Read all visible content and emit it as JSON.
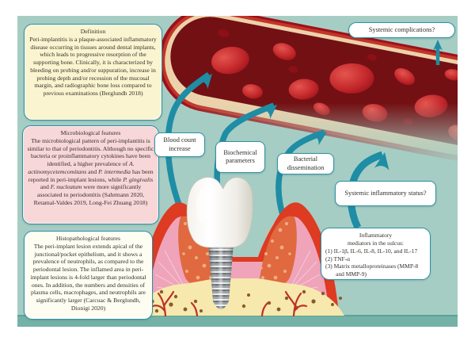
{
  "palette": {
    "canvas_bg": "#a6cdc4",
    "box_border": "#2e92a6",
    "arrow_teal": "#1e8da5",
    "definition_bg": "#fbf4d0",
    "microbiological_bg": "#f8d7d9",
    "histopathological_bg": "#fdfdf2",
    "label_bg": "#ffffff",
    "vessel_red": "#9c1119",
    "gum_red": "#dd3b22",
    "gum_pink": "#efa4ba",
    "inflamed_orange": "#e0693f",
    "bone_yellow": "#f7e9ae",
    "ground_strip": "#74b2a7"
  },
  "boxes": {
    "definition": {
      "title": "Definition",
      "body": "Peri-implantitis is a plaque-associated inflammatory disease occurring in tissues around dental implants, which leads to progressive resorption of the supporting bone. Clinically, it is characterized by bleeding on probing and/or suppuration, increase in probing depth and/or recession of the mucosal margin, and radiographic bone loss compared to previous examinations (Berglundh 2018)"
    },
    "microbiological": {
      "title": "Microbiological features",
      "segments": [
        {
          "text": "The microbiological pattern of peri-implantitis is similar to that of periodontitis. Although no specific bacteria or proinflammatory cytokines have been identified, a higher prevalence of ",
          "italic": false
        },
        {
          "text": "A. actinomycetemcomitans",
          "italic": true
        },
        {
          "text": " and ",
          "italic": false
        },
        {
          "text": "P. intermedia",
          "italic": true
        },
        {
          "text": " has been reported in peri-implant lesions, while ",
          "italic": false
        },
        {
          "text": "P. gingivalis",
          "italic": true
        },
        {
          "text": " and ",
          "italic": false
        },
        {
          "text": "F. nucleatum",
          "italic": true
        },
        {
          "text": " were more significantly associated to periodontitis (Sahrmann 2020, Retamal-Valdes 2019, Long-Fei Zhuang 2018)",
          "italic": false
        }
      ]
    },
    "histopathological": {
      "title": "Histopathological features",
      "body": "The peri-implant lesion extends apical of the junctional/pocket epithelium, and it shows a prevalence of neutrophils, as compared to the periodontal lesion. The inflamed area in peri-implant lesions is 4-fold larger than periodontal ones. In addition, the numbers and densities of plasma cells, macrophages, and neutrophils are significantly larger (Carcuac & Berglundh, Dionigi 2020)"
    },
    "inflammatory_mediators": {
      "title_line1": "Inflammatory",
      "title_line2": "mediators in the sulcus:",
      "items": [
        "(1) IL-1β, IL-6, IL-8, IL-10, and IL-17",
        "(2) TNF-α",
        "(3) Matrix metalloproteinases (MMP-8 and MMP-9)"
      ]
    }
  },
  "labels": {
    "blood_count": "Blood count increase",
    "biochemical": "Biochemical parameters",
    "bacterial": "Bacterial dissemination",
    "systemic_status": "Systemic inflammatory status?",
    "systemic_complications": "Systemic complications?"
  },
  "illustration": {
    "blood_vessel": "blood-vessel-cross-section-with-red-blood-cells",
    "implant": "dental-implant-with-crown-in-inflamed-gingiva-and-bone"
  }
}
